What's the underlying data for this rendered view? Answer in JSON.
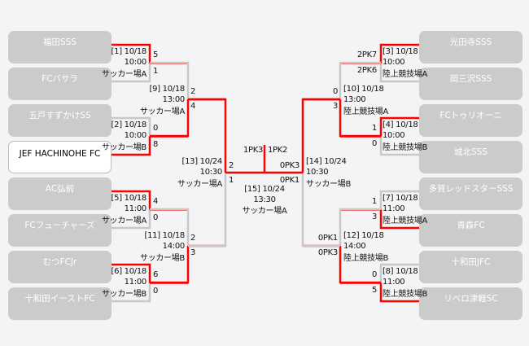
{
  "teams_left": [
    "福田SSS",
    "FCバサラ",
    "五戸すずかけSS",
    "JEF HACHINOHE FC",
    "AC弘前",
    "FCフューチャーズ",
    "むつFCJr",
    "十和田イーストFC"
  ],
  "teams_right": [
    "光田寺SSS",
    "岡三沢SSS",
    "FCトゥリオーニ",
    "城北SSS",
    "多賀レッドスターSSS",
    "青森FC",
    "十和田JFC",
    "リベロ津軽SC"
  ],
  "highlighted_team": "JEF HACHINOHE FC",
  "matches": {
    "m1": {
      "id": "[1] 10/18",
      "time": "10:00",
      "venue": "サッカー場A",
      "s1": "5",
      "s2": "1"
    },
    "m2": {
      "id": "[2] 10/18",
      "time": "10:00",
      "venue": "サッカー場B",
      "s1": "0",
      "s2": "8"
    },
    "m5": {
      "id": "[5] 10/18",
      "time": "11:00",
      "venue": "サッカー場A",
      "s1": "4",
      "s2": "0"
    },
    "m6": {
      "id": "[6] 10/18",
      "time": "11:00",
      "venue": "サッカー場B",
      "s1": "6",
      "s2": "0"
    },
    "m9": {
      "id": "[9] 10/18",
      "time": "13:00",
      "venue": "サッカー場A",
      "s1": "2",
      "s2": "4"
    },
    "m11": {
      "id": "[11] 10/18",
      "time": "14:00",
      "venue": "サッカー場B",
      "s1": "2",
      "s2": "3"
    },
    "m13": {
      "id": "[13] 10/24",
      "time": "10:30",
      "venue": "サッカー場A",
      "s1": "2",
      "s2": "1"
    },
    "m3": {
      "id": "[3] 10/18",
      "time": "10:00",
      "venue": "陸上競技場A",
      "s1": "2PK7",
      "s2": "2PK6"
    },
    "m4": {
      "id": "[4] 10/18",
      "time": "10:00",
      "venue": "陸上競技場B",
      "s1": "1",
      "s2": "0"
    },
    "m7": {
      "id": "[7] 10/18",
      "time": "11:00",
      "venue": "陸上競技場A",
      "s1": "1",
      "s2": "3"
    },
    "m8": {
      "id": "[8] 10/18",
      "time": "11:00",
      "venue": "陸上競技場B",
      "s1": "0",
      "s2": "5"
    },
    "m10": {
      "id": "[10] 10/18",
      "time": "13:00",
      "venue": "陸上競技場A",
      "s1": "0",
      "s2": "3"
    },
    "m12": {
      "id": "[12] 10/18",
      "time": "14:00",
      "venue": "陸上競技場B",
      "s1": "0PK1",
      "s2": "0PK3"
    },
    "m14": {
      "id": "[14] 10/24",
      "time": "10:30",
      "venue": "サッカー場B",
      "s1": "0PK3",
      "s2": "0PK1"
    },
    "m15": {
      "id": "[15] 10/24",
      "time": "13:30",
      "venue": "サッカー場A",
      "s1": "1PK3",
      "s2": "1PK2"
    }
  },
  "colors": {
    "win_line": "#ff0000",
    "lose_line": "#c8c8c8",
    "team_box": "#cbcbcb",
    "background": "#f4f3f6"
  }
}
